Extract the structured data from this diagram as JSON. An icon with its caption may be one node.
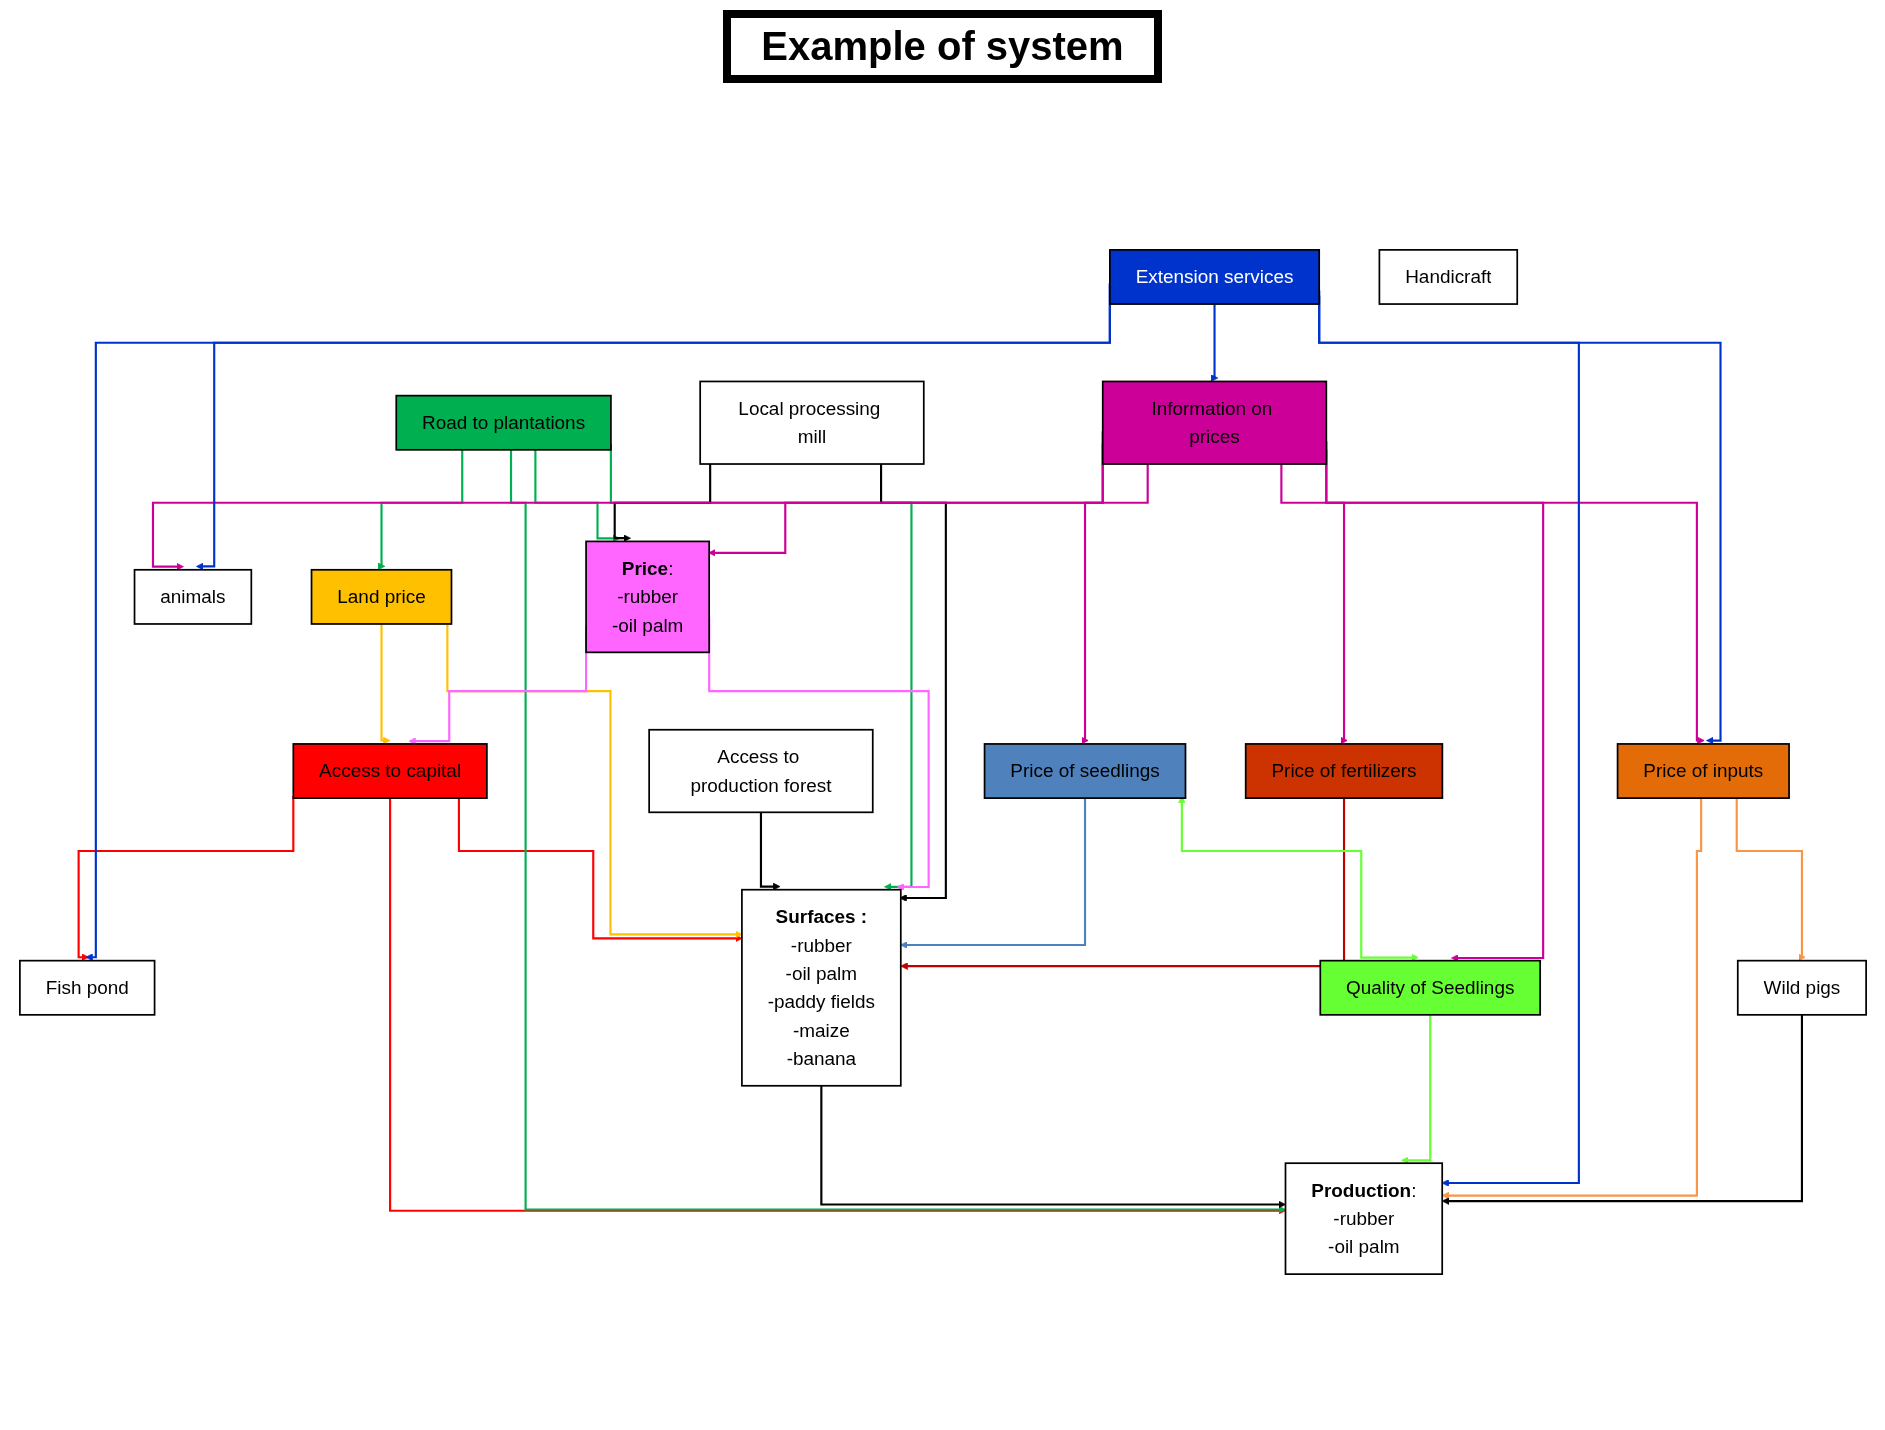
{
  "diagram": {
    "title": "Example of system",
    "nodes": [
      {
        "text": [
          "Handicraft"
        ]
      },
      {
        "text": [
          "Fish pond"
        ]
      },
      {
        "text": [
          "Access to capital"
        ]
      },
      {
        "text": [
          "Extension services"
        ]
      },
      {
        "text": [
          "Local processing mill"
        ]
      },
      {
        "text": [
          "Land price"
        ]
      },
      {
        "text": [
          "Surfaces :",
          "-rubber",
          "-oil palm",
          "-paddy fields",
          "-maize",
          "-banana"
        ]
      },
      {
        "text": [
          "animals"
        ]
      },
      {
        "text": [
          "**Price**:",
          "-rubber",
          "-oil palm"
        ]
      },
      {
        "text": [
          "Access to production forest"
        ]
      },
      {
        "text": [
          "Price of seedlings"
        ]
      },
      {
        "text": [
          "Information on prices"
        ]
      },
      {
        "text": [
          "**Production**:",
          "-rubber",
          "-oil palm"
        ]
      },
      {
        "text": [
          "Quality of Seedlings"
        ]
      },
      {
        "text": [
          "Price of fertilizers"
        ]
      },
      {
        "text": [
          "Road to plantations"
        ]
      },
      {
        "text": [
          "Price of inputs"
        ]
      },
      {
        "text": [
          "Wild pigs"
        ]
      }
    ],
    "edges": [
      {
        "from": 2,
        "to": 1,
        "arrow": "to",
        "color": "#ff0000"
      },
      {
        "from": 2,
        "to": 6,
        "arrow": "to",
        "color": "#ff0000"
      },
      {
        "from": 2,
        "to": 12,
        "arrow": "to",
        "color": "#ff0000"
      },
      {
        "from": 5,
        "to": 2,
        "arrow": "to",
        "color": "#ffc000"
      },
      {
        "from": 5,
        "to": 6,
        "arrow": "to",
        "color": "#ffc000"
      },
      {
        "from": 9,
        "to": 6,
        "arrow": "to",
        "color": "#000000"
      },
      {
        "from": 15,
        "to": 5,
        "arrow": "to",
        "color": "#00b050"
      },
      {
        "from": 15,
        "to": 6,
        "arrow": "to",
        "color": "#00b050"
      },
      {
        "from": 15,
        "to": 8,
        "arrow": "to",
        "color": "#00b050"
      },
      {
        "from": 15,
        "to": 12,
        "arrow": "to",
        "color": "#00b050"
      },
      {
        "from": 8,
        "to": 2,
        "arrow": "to",
        "color": "#ff66ff"
      },
      {
        "from": 8,
        "to": 6,
        "arrow": "to",
        "color": "#ff66ff"
      },
      {
        "from": 4,
        "to": 6,
        "arrow": "to",
        "color": "#000000"
      },
      {
        "from": 4,
        "to": 8,
        "arrow": "to",
        "color": "#000000"
      },
      {
        "from": 10,
        "to": 6,
        "arrow": "to",
        "color": "#4f81bd"
      },
      {
        "from": 14,
        "to": 6,
        "arrow": "to",
        "color": "#c00000"
      },
      {
        "from": 6,
        "to": 12,
        "arrow": "to",
        "color": "#000000"
      },
      {
        "from": 10,
        "to": 13,
        "arrow": "both",
        "color": "#66ff33"
      },
      {
        "from": 13,
        "to": 12,
        "arrow": "to",
        "color": "#66ff33"
      },
      {
        "from": 11,
        "to": 8,
        "arrow": "to",
        "color": "#cc0099"
      },
      {
        "from": 11,
        "to": 10,
        "arrow": "to",
        "color": "#cc0099"
      },
      {
        "from": 11,
        "to": 13,
        "arrow": "to",
        "color": "#cc0099"
      },
      {
        "from": 11,
        "to": 14,
        "arrow": "to",
        "color": "#cc0099"
      },
      {
        "from": 11,
        "to": 16,
        "arrow": "to",
        "color": "#cc0099"
      },
      {
        "from": 11,
        "to": 7,
        "arrow": "to",
        "color": "#cc0099"
      },
      {
        "from": 3,
        "to": 1,
        "arrow": "to",
        "color": "#0033cc"
      },
      {
        "from": 3,
        "to": 7,
        "arrow": "to",
        "color": "#0033cc"
      },
      {
        "from": 3,
        "to": 11,
        "arrow": "to",
        "color": "#0033cc"
      },
      {
        "from": 3,
        "to": 16,
        "arrow": "to",
        "color": "#0033cc"
      },
      {
        "from": 3,
        "to": 12,
        "arrow": "to",
        "color": "#0033cc"
      },
      {
        "from": 16,
        "to": 12,
        "arrow": "to",
        "color": "#f79646"
      },
      {
        "from": 16,
        "to": 17,
        "arrow": "to",
        "color": "#f79646"
      },
      {
        "from": 17,
        "to": 12,
        "arrow": "to",
        "color": "#000000"
      }
    ]
  }
}
